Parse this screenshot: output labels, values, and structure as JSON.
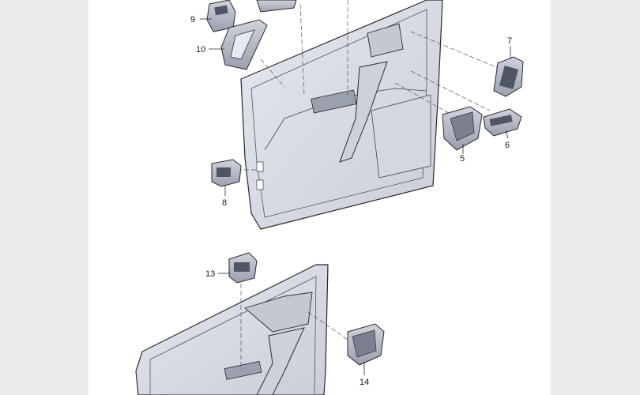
{
  "diagram": {
    "callouts": [
      {
        "id": "5",
        "label": "5"
      },
      {
        "id": "6",
        "label": "6"
      },
      {
        "id": "7",
        "label": "7"
      },
      {
        "id": "8",
        "label": "8"
      },
      {
        "id": "9",
        "label": "9"
      },
      {
        "id": "10",
        "label": "10"
      },
      {
        "id": "13",
        "label": "13"
      },
      {
        "id": "14",
        "label": "14"
      }
    ]
  },
  "colors": {
    "background": "#ebebeb",
    "panel": "#ffffff",
    "part_fill": "#d8dce6",
    "part_shade": "#b7bcc9",
    "part_dark": "#505563",
    "line": "#2a2a2a"
  }
}
